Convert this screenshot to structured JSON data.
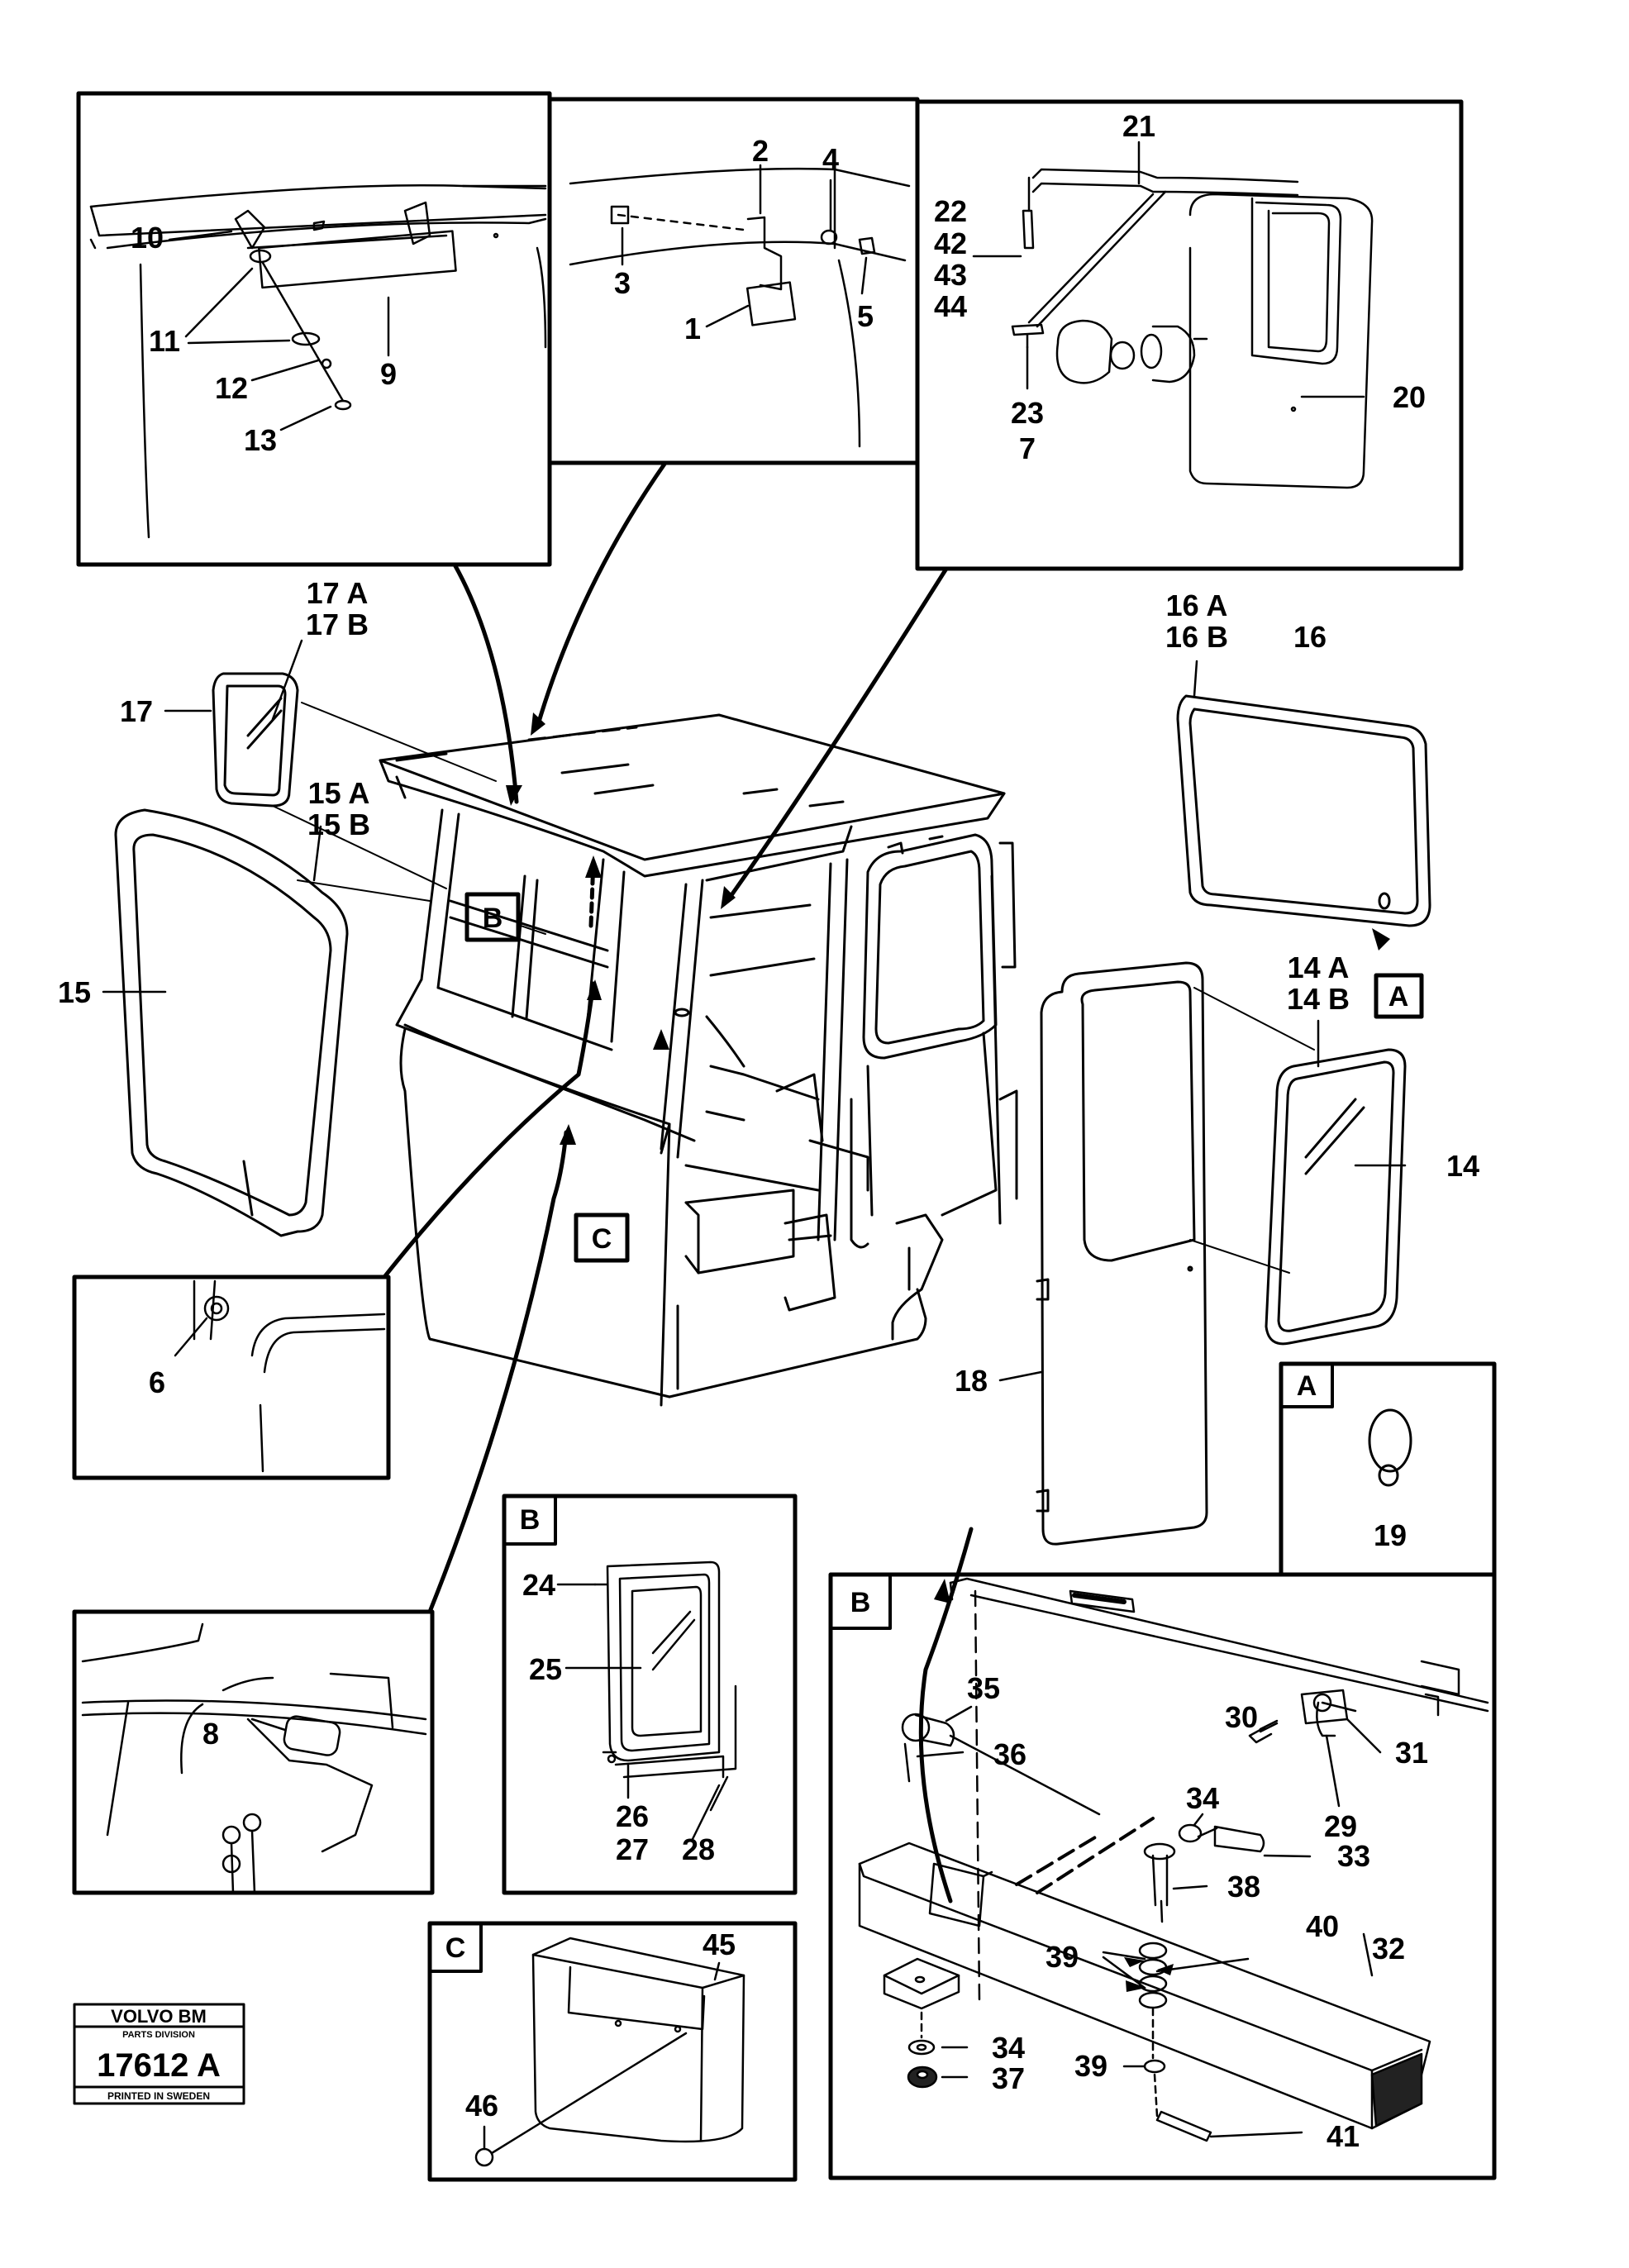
{
  "diagram": {
    "callouts": {
      "c1": "1",
      "c2": "2",
      "c3": "3",
      "c4": "4",
      "c5": "5",
      "c6": "6",
      "c7": "7",
      "c8": "8",
      "c9": "9",
      "c10": "10",
      "c11": "11",
      "c12": "12",
      "c13": "13",
      "c14": "14",
      "c14a": "14 A",
      "c14b": "14 B",
      "c15": "15",
      "c15a": "15 A",
      "c15b": "15 B",
      "c16": "16",
      "c16a": "16 A",
      "c16b": "16 B",
      "c17": "17",
      "c17a": "17 A",
      "c17b": "17 B",
      "c18": "18",
      "c19": "19",
      "c20": "20",
      "c21": "21",
      "c22": "22",
      "c23": "23",
      "c24": "24",
      "c25": "25",
      "c26": "26",
      "c27": "27",
      "c28": "28",
      "c29": "29",
      "c30": "30",
      "c31": "31",
      "c32": "32",
      "c33": "33",
      "c34a": "34",
      "c34b": "34",
      "c35": "35",
      "c36": "36",
      "c37": "37",
      "c38": "38",
      "c39a": "39",
      "c39b": "39",
      "c40": "40",
      "c41": "41",
      "c42": "42",
      "c43": "43",
      "c44": "44",
      "c45": "45",
      "c46": "46"
    },
    "refs": {
      "a_main": "A",
      "a_box": "A",
      "b_main": "B",
      "b_box1": "B",
      "b_box2": "B",
      "c_main": "C",
      "c_box": "C"
    },
    "stamp": {
      "brand": "VOLVO BM",
      "division": "PARTS DIVISION",
      "code": "17612 A",
      "printed": "PRINTED IN SWEDEN"
    }
  }
}
